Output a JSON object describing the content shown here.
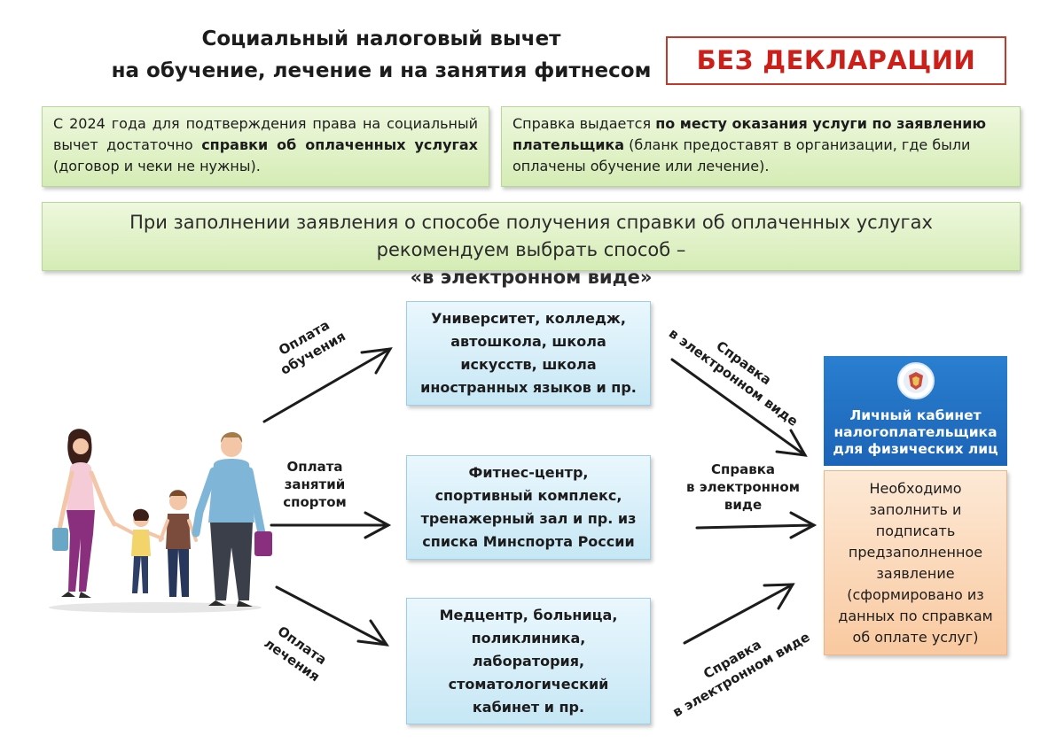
{
  "title": {
    "line1": "Социальный налоговый вычет",
    "line2": "на обучение, лечение и на занятия фитнесом"
  },
  "badge": "БЕЗ ДЕКЛАРАЦИИ",
  "info_left": {
    "part1": "С 2024 года для подтверждения права на социальный вычет достаточно ",
    "bold": "справки об оплаченных услугах",
    "part2": " (договор и чеки не нужны)."
  },
  "info_right": {
    "part1": "Справка выдается ",
    "bold": "по месту оказания услуги по заявлению плательщика",
    "part2": " (бланк предоставят в организации, где были оплачены обучение или лечение)."
  },
  "banner": {
    "line1": "При заполнении заявления  о способе получения справки об оплаченных услугах",
    "line2_prefix": "рекомендуем выбрать способ – ",
    "line2_bold": "«в электронном виде»"
  },
  "payment_labels": {
    "study": [
      "Оплата",
      "обучения"
    ],
    "sport": [
      "Оплата занятий",
      "спортом"
    ],
    "treatment": [
      "Оплата",
      "лечения"
    ]
  },
  "institutions": {
    "study": [
      "Университет, колледж,",
      "автошкола, школа",
      "искусств, школа",
      "иностранных языков и пр."
    ],
    "sport": [
      "Фитнес-центр,",
      "спортивный комплекс,",
      "тренажерный зал и пр. из",
      "списка Минспорта России"
    ],
    "treatment": [
      "Медцентр, больница,",
      "поликлиника,",
      "лаборатория,",
      "стоматологический",
      "кабинет и пр."
    ]
  },
  "certificate_labels": {
    "top": [
      "Справка",
      "в электронном виде"
    ],
    "middle": [
      "Справка",
      "в электронном",
      "виде"
    ],
    "bottom": [
      "Справка",
      "в электронном виде"
    ]
  },
  "personal_account": [
    "Личный кабинет",
    "налогоплательщика",
    "для физических лиц"
  ],
  "instruction": [
    "Необходимо",
    "заполнить и",
    "подписать",
    "предзаполненное",
    "заявление",
    "(сформировано из",
    "данных по справкам",
    "об оплате услуг)"
  ],
  "colors": {
    "badge_red": "#cc1f1a",
    "green_box": "#d5ecb5",
    "blue_box": "#c6e7f5",
    "account_blue": "#1c64b8",
    "orange_box": "#f9c9a0"
  },
  "icons": [
    "fns-emblem-icon",
    "family-illustration"
  ]
}
